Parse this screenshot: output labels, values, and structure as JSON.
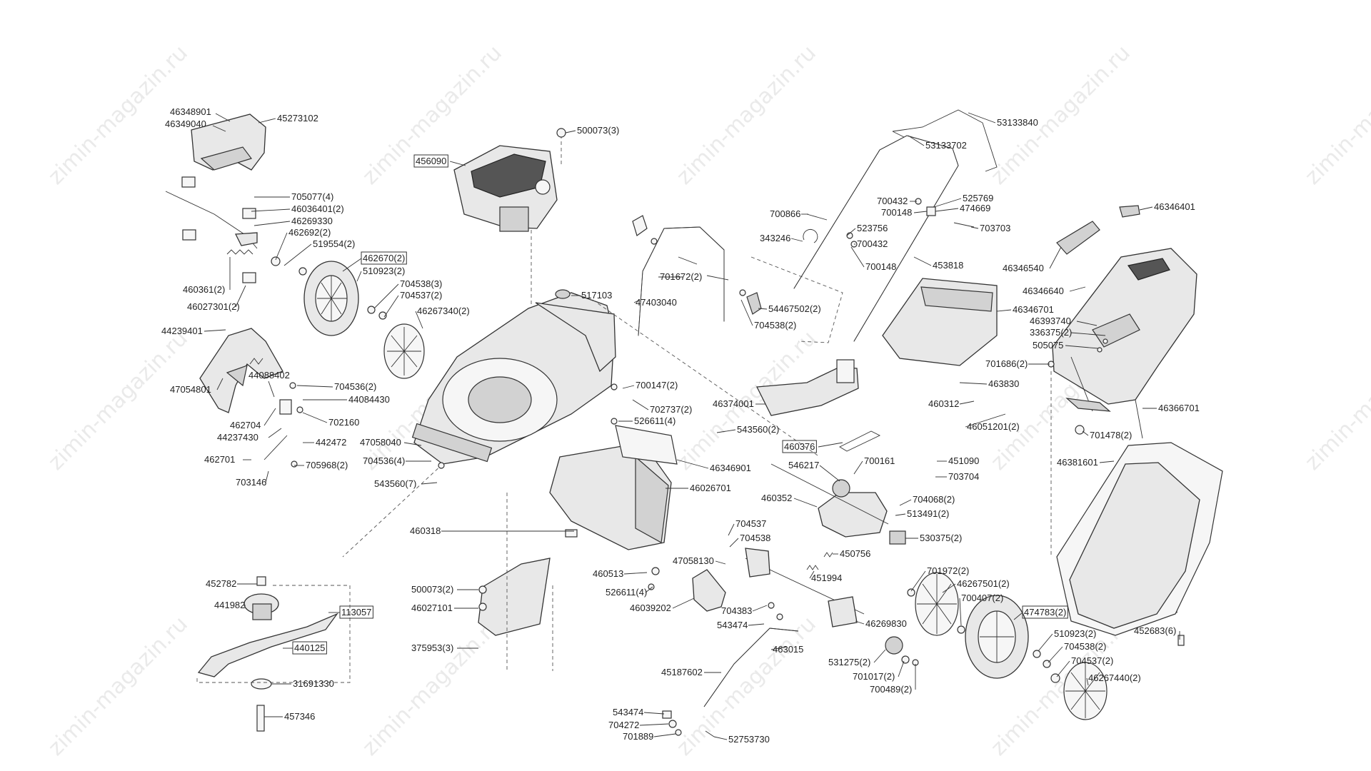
{
  "watermark": "zimin-magazin.ru",
  "labels": [
    {
      "id": "46348901",
      "text": "46348901"
    },
    {
      "id": "46349040",
      "text": "46349040"
    },
    {
      "id": "45273102",
      "text": "45273102"
    },
    {
      "id": "705077",
      "text": "705077(4)"
    },
    {
      "id": "46036401",
      "text": "46036401(2)"
    },
    {
      "id": "46269330",
      "text": "46269330"
    },
    {
      "id": "462692",
      "text": "462692(2)"
    },
    {
      "id": "519554",
      "text": "519554(2)"
    },
    {
      "id": "462670",
      "text": "462670(2)",
      "boxed": true
    },
    {
      "id": "510923a",
      "text": "510923(2)"
    },
    {
      "id": "704538a",
      "text": "704538(3)"
    },
    {
      "id": "704537a",
      "text": "704537(2)"
    },
    {
      "id": "46267340",
      "text": "46267340(2)"
    },
    {
      "id": "460361",
      "text": "460361(2)"
    },
    {
      "id": "46027301",
      "text": "46027301(2)"
    },
    {
      "id": "44239401",
      "text": "44239401"
    },
    {
      "id": "47054801",
      "text": "47054801"
    },
    {
      "id": "44088402",
      "text": "44088402"
    },
    {
      "id": "704536a",
      "text": "704536(2)"
    },
    {
      "id": "44084430",
      "text": "44084430"
    },
    {
      "id": "462704",
      "text": "462704"
    },
    {
      "id": "44237430",
      "text": "44237430"
    },
    {
      "id": "702160",
      "text": "702160"
    },
    {
      "id": "442472",
      "text": "442472"
    },
    {
      "id": "462701",
      "text": "462701"
    },
    {
      "id": "705968",
      "text": "705968(2)"
    },
    {
      "id": "703146",
      "text": "703146"
    },
    {
      "id": "456090",
      "text": "456090",
      "boxed": true
    },
    {
      "id": "500073a",
      "text": "500073(3)"
    },
    {
      "id": "517103",
      "text": "517103"
    },
    {
      "id": "47058040",
      "text": "47058040"
    },
    {
      "id": "704536b",
      "text": "704536(4)"
    },
    {
      "id": "543560a",
      "text": "543560(7)"
    },
    {
      "id": "700147",
      "text": "700147(2)"
    },
    {
      "id": "702737",
      "text": "702737(2)"
    },
    {
      "id": "526611a",
      "text": "526611(4)"
    },
    {
      "id": "543560b",
      "text": "543560(2)"
    },
    {
      "id": "46346901",
      "text": "46346901"
    },
    {
      "id": "46026701",
      "text": "46026701"
    },
    {
      "id": "460318",
      "text": "460318"
    },
    {
      "id": "460513",
      "text": "460513"
    },
    {
      "id": "500073b",
      "text": "500073(2)"
    },
    {
      "id": "526611b",
      "text": "526611(4)"
    },
    {
      "id": "46027101",
      "text": "46027101"
    },
    {
      "id": "375953",
      "text": "375953(3)"
    },
    {
      "id": "452782",
      "text": "452782"
    },
    {
      "id": "441982",
      "text": "441982"
    },
    {
      "id": "113057",
      "text": "113057",
      "boxed": true
    },
    {
      "id": "440125",
      "text": "440125",
      "boxed": true
    },
    {
      "id": "31691330",
      "text": "31691330"
    },
    {
      "id": "457346",
      "text": "457346"
    },
    {
      "id": "47403040",
      "text": "47403040"
    },
    {
      "id": "701672",
      "text": "701672(2)"
    },
    {
      "id": "54467502",
      "text": "54467502(2)"
    },
    {
      "id": "704538b",
      "text": "704538(2)"
    },
    {
      "id": "46374001",
      "text": "46374001"
    },
    {
      "id": "460376",
      "text": "460376",
      "boxed": true
    },
    {
      "id": "546217",
      "text": "546217"
    },
    {
      "id": "700161",
      "text": "700161"
    },
    {
      "id": "460352",
      "text": "460352"
    },
    {
      "id": "704068",
      "text": "704068(2)"
    },
    {
      "id": "513491",
      "text": "513491(2)"
    },
    {
      "id": "704537b",
      "text": "704537"
    },
    {
      "id": "704538c",
      "text": "704538"
    },
    {
      "id": "530375",
      "text": "530375(2)"
    },
    {
      "id": "450756",
      "text": "450756"
    },
    {
      "id": "451994",
      "text": "451994"
    },
    {
      "id": "47058130",
      "text": "47058130"
    },
    {
      "id": "46039202",
      "text": "46039202"
    },
    {
      "id": "704383",
      "text": "704383"
    },
    {
      "id": "543474a",
      "text": "543474"
    },
    {
      "id": "463015",
      "text": "463015"
    },
    {
      "id": "45187602",
      "text": "45187602"
    },
    {
      "id": "543474b",
      "text": "543474"
    },
    {
      "id": "704272",
      "text": "704272"
    },
    {
      "id": "701889",
      "text": "701889"
    },
    {
      "id": "52753730",
      "text": "52753730"
    },
    {
      "id": "531275",
      "text": "531275(2)"
    },
    {
      "id": "701017",
      "text": "701017(2)"
    },
    {
      "id": "700489",
      "text": "700489(2)"
    },
    {
      "id": "46269830",
      "text": "46269830"
    },
    {
      "id": "701972",
      "text": "701972(2)"
    },
    {
      "id": "46267501",
      "text": "46267501(2)"
    },
    {
      "id": "700407",
      "text": "700407(2)"
    },
    {
      "id": "474783",
      "text": "474783(2)",
      "boxed": true
    },
    {
      "id": "510923b",
      "text": "510923(2)"
    },
    {
      "id": "704538d",
      "text": "704538(2)"
    },
    {
      "id": "704537c",
      "text": "704537(2)"
    },
    {
      "id": "46267440",
      "text": "46267440(2)"
    },
    {
      "id": "53133840",
      "text": "53133840"
    },
    {
      "id": "53133702",
      "text": "53133702"
    },
    {
      "id": "700432a",
      "text": "700432"
    },
    {
      "id": "525769",
      "text": "525769"
    },
    {
      "id": "700148a",
      "text": "700148"
    },
    {
      "id": "474669",
      "text": "474669"
    },
    {
      "id": "700866",
      "text": "700866"
    },
    {
      "id": "523756",
      "text": "523756"
    },
    {
      "id": "703703",
      "text": "703703"
    },
    {
      "id": "343246",
      "text": "343246"
    },
    {
      "id": "700432b",
      "text": "700432"
    },
    {
      "id": "700148b",
      "text": "700148"
    },
    {
      "id": "453818",
      "text": "453818"
    },
    {
      "id": "46346701",
      "text": "46346701"
    },
    {
      "id": "463830",
      "text": "463830"
    },
    {
      "id": "460312",
      "text": "460312"
    },
    {
      "id": "46051201",
      "text": "46051201(2)"
    },
    {
      "id": "451090",
      "text": "451090"
    },
    {
      "id": "703704",
      "text": "703704"
    },
    {
      "id": "46346401",
      "text": "46346401"
    },
    {
      "id": "46346540",
      "text": "46346540"
    },
    {
      "id": "46346640",
      "text": "46346640"
    },
    {
      "id": "46393740",
      "text": "46393740"
    },
    {
      "id": "336375",
      "text": "336375(2)"
    },
    {
      "id": "505075",
      "text": "505075"
    },
    {
      "id": "701686",
      "text": "701686(2)"
    },
    {
      "id": "46366701",
      "text": "46366701"
    },
    {
      "id": "701478",
      "text": "701478(2)"
    },
    {
      "id": "46381601",
      "text": "46381601"
    },
    {
      "id": "452683",
      "text": "452683(6)"
    }
  ]
}
